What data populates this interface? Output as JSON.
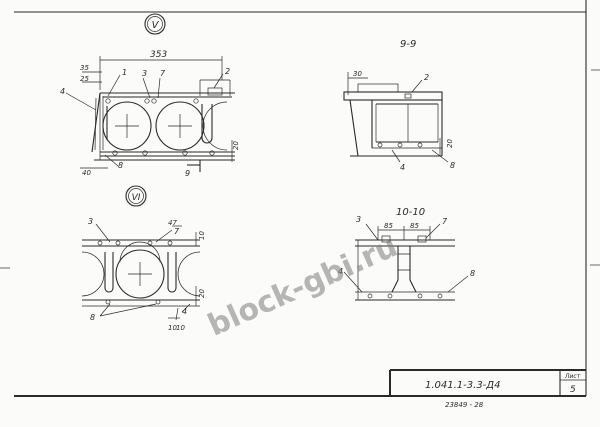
{
  "callouts": {
    "v": "V",
    "vi": "VI"
  },
  "sections": {
    "s99": "9-9",
    "s1010": "10-10"
  },
  "dimensions": {
    "d353": "353",
    "d35": "35",
    "d25": "25",
    "d40": "40",
    "d30": "30",
    "d20a": "20",
    "d20b": "20",
    "d20c": "20",
    "d47": "47",
    "d10a": "10",
    "d10b": "10",
    "d85a": "85",
    "d85b": "85"
  },
  "marks": {
    "v_1": "1",
    "v_3": "3",
    "v_7": "7",
    "v_2": "2",
    "v_4": "4",
    "v_8": "8",
    "v_9": "9",
    "s99_2": "2",
    "s99_4": "4",
    "s99_8": "8",
    "vi_3": "3",
    "vi_7": "7",
    "vi_8": "8",
    "vi_4": "4",
    "vi_10": "10",
    "s10_3": "3",
    "s10_7": "7",
    "s10_4": "4",
    "s10_8": "8"
  },
  "title_block": {
    "code": "1.041.1-3.3-Д4",
    "sheet_label": "Лист",
    "sheet_number": "5",
    "inventory": "23849 - 28"
  },
  "watermark": "block-gbi.ru",
  "colors": {
    "ink": "#2a2a2a",
    "paper": "#fbfbf9",
    "watermark": "#7c7c7c"
  }
}
